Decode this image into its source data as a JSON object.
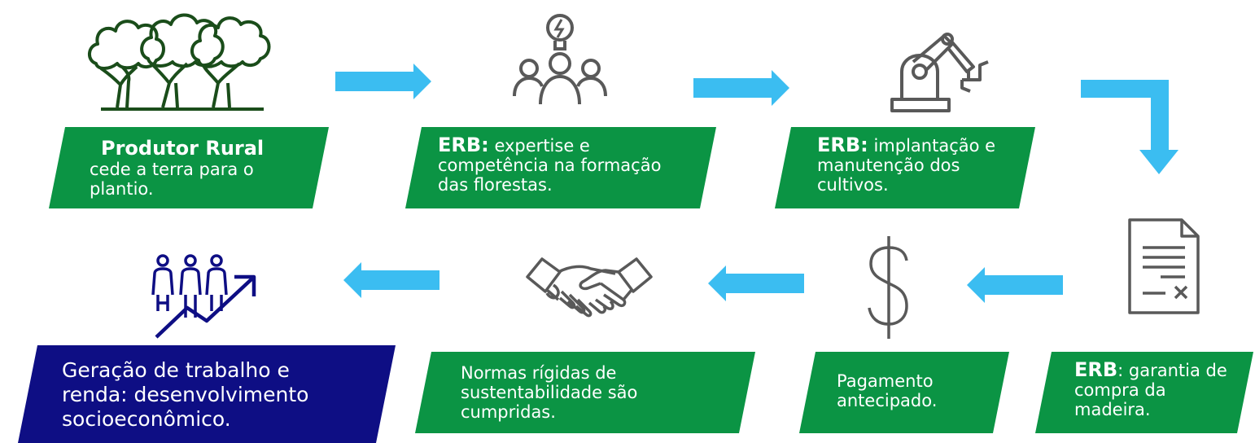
{
  "colors": {
    "green": "#0b9444",
    "navy": "#0e0e84",
    "arrow": "#3bbdf1",
    "icon_gray": "#595959",
    "tree_green": "#1a4d1a"
  },
  "steps": [
    {
      "id": "produtor",
      "bold": "Produtor Rural",
      "text": "cede a terra para o plantio.",
      "icon": "trees-icon"
    },
    {
      "id": "expertise",
      "bold": "ERB:",
      "text": "expertise e competência na formação das florestas.",
      "icon": "team-idea-icon"
    },
    {
      "id": "implantacao",
      "bold": "ERB:",
      "text": "implantação e manutenção dos cultivos.",
      "icon": "robot-arm-icon"
    },
    {
      "id": "garantia",
      "bold": "ERB",
      "text": ": garantia de compra da madeira.",
      "icon": "contract-icon"
    },
    {
      "id": "pagamento",
      "text": "Pagamento antecipado.",
      "icon": "dollar-icon"
    },
    {
      "id": "normas",
      "text": "Normas rígidas de sustentabilidade são cumpridas.",
      "icon": "handshake-icon"
    },
    {
      "id": "geracao",
      "text": "Geração de trabalho e renda: desenvolvimento socioeconômico.",
      "icon": "people-growth-icon"
    }
  ]
}
